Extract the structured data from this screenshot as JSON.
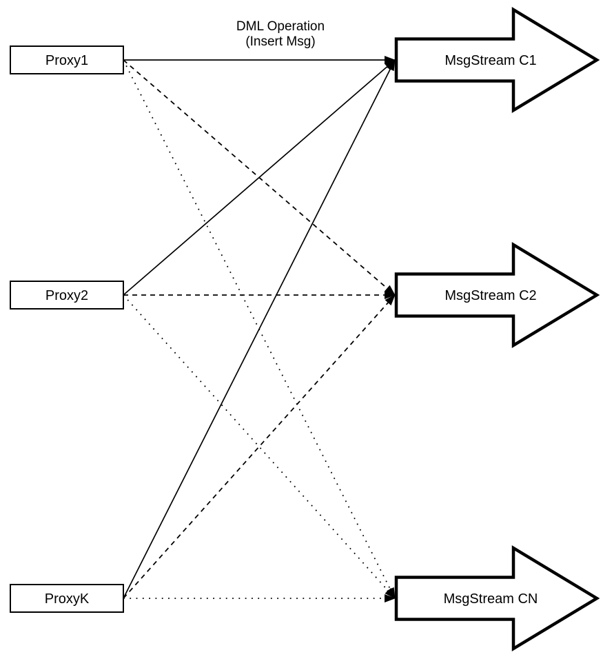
{
  "page": {
    "background": "#ffffff"
  },
  "diagram": {
    "type": "fanout-flow-diagram",
    "annotation": {
      "line1": "DML Operation",
      "line2": "(Insert Msg)"
    },
    "proxies": [
      {
        "id": "proxy1",
        "label": "Proxy1"
      },
      {
        "id": "proxy2",
        "label": "Proxy2"
      },
      {
        "id": "proxyK",
        "label": "ProxyK"
      }
    ],
    "streams": [
      {
        "id": "c1",
        "label": "MsgStream C1"
      },
      {
        "id": "c2",
        "label": "MsgStream C2"
      },
      {
        "id": "cn",
        "label": "MsgStream CN"
      }
    ],
    "edges": [
      {
        "from": "proxy1",
        "to": "c1",
        "style": "solid"
      },
      {
        "from": "proxy1",
        "to": "c2",
        "style": "dashed"
      },
      {
        "from": "proxy1",
        "to": "cn",
        "style": "dotted"
      },
      {
        "from": "proxy2",
        "to": "c1",
        "style": "solid"
      },
      {
        "from": "proxy2",
        "to": "c2",
        "style": "dashed"
      },
      {
        "from": "proxy2",
        "to": "cn",
        "style": "dotted"
      },
      {
        "from": "proxyK",
        "to": "c1",
        "style": "solid"
      },
      {
        "from": "proxyK",
        "to": "c2",
        "style": "dashed"
      },
      {
        "from": "proxyK",
        "to": "cn",
        "style": "dotted"
      }
    ],
    "colors": {
      "stroke": "#000000",
      "node_fill": "#ffffff",
      "arrowhead_fill": "#000000"
    }
  }
}
